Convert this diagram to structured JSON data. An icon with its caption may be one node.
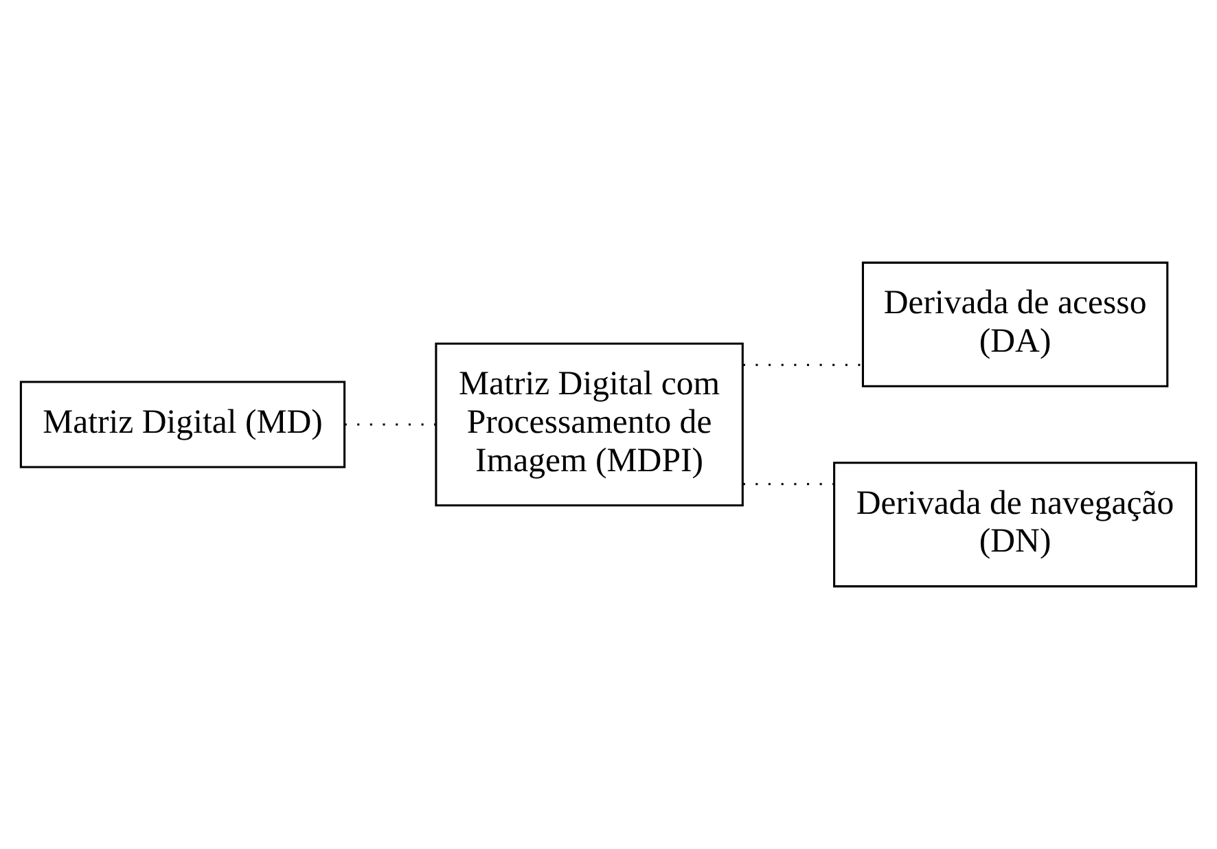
{
  "diagram": {
    "nodes": [
      {
        "text": [
          "Matriz Digital (MD)"
        ]
      },
      {
        "text": [
          "Matriz Digital com Processamento de Imagem (MDPI)"
        ]
      },
      {
        "text": [
          "Derivada de acesso (DA)"
        ]
      },
      {
        "text": [
          "Derivada de navegação (DN)"
        ]
      }
    ],
    "edges": [
      {
        "from": 0,
        "to": 1,
        "arrow": "none"
      },
      {
        "from": 1,
        "to": 2,
        "arrow": "none"
      },
      {
        "from": 1,
        "to": 3,
        "arrow": "none"
      }
    ]
  }
}
